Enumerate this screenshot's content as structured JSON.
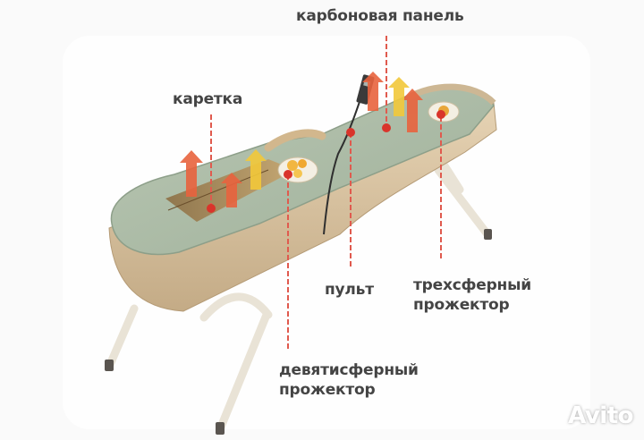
{
  "labels": {
    "carbon_panel": "карбоновая панель",
    "carriage": "каретка",
    "remote": "пульт",
    "three_sphere_line1": "трехсферный",
    "three_sphere_line2": "прожектор",
    "nine_sphere_line1": "девятисферный",
    "nine_sphere_line2": "прожектор"
  },
  "watermark": "Avito",
  "colors": {
    "label_text": "#444444",
    "callout_line": "#e05a4e",
    "callout_dot": "#d9342b",
    "mat_green": "#a9b9a4",
    "mat_side": "#d8c3a3",
    "frame": "#f3efe6",
    "heat_arrow": "#e8633e",
    "light_arrow": "#f2c83a"
  }
}
